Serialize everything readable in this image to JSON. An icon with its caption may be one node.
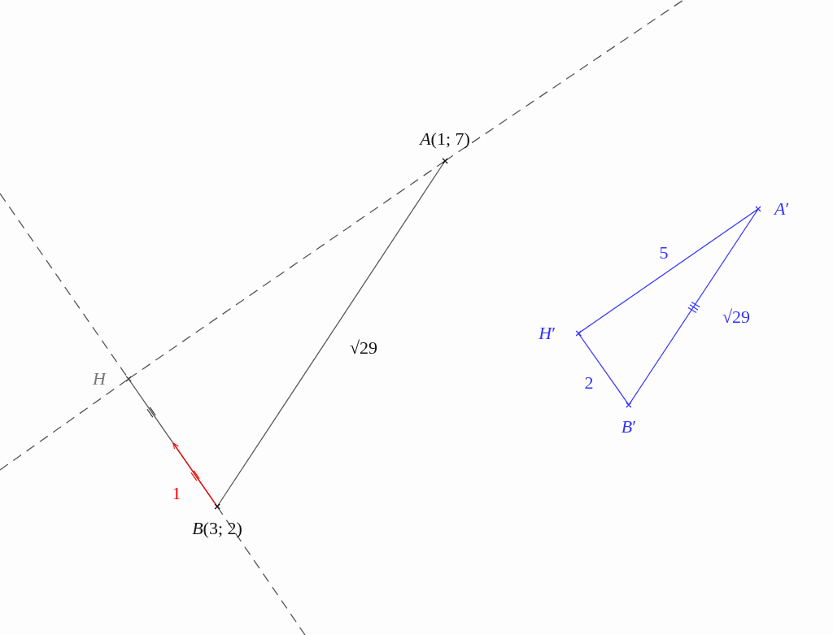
{
  "diagram": {
    "nodes": [
      {
        "text": [
          "*A*(1; 7)"
        ]
      },
      {
        "text": [
          "*B*(3; 2)"
        ]
      },
      {
        "text": [
          "*H*"
        ]
      },
      {
        "text": [
          "*A*′"
        ]
      },
      {
        "text": [
          "*H*′"
        ]
      },
      {
        "text": [
          "*B*′"
        ]
      }
    ],
    "edges": [
      {
        "from": 0,
        "to": 1,
        "arrow": "none",
        "label": "√29"
      },
      {
        "from": 2,
        "to": 1,
        "arrow": "none"
      },
      {
        "from": 0,
        "to": 2,
        "arrow": "none",
        "style": "dashed"
      },
      {
        "from": 1,
        "to": null,
        "arrow": "to",
        "label": "1",
        "color": "#ff0000"
      },
      {
        "from": 3,
        "to": 4,
        "arrow": "none",
        "label": "5",
        "color": "#3333ff"
      },
      {
        "from": 4,
        "to": 5,
        "arrow": "none",
        "label": "2",
        "color": "#3333ff"
      },
      {
        "from": 3,
        "to": 5,
        "arrow": "none",
        "label": "√29",
        "color": "#3333ff"
      }
    ]
  }
}
